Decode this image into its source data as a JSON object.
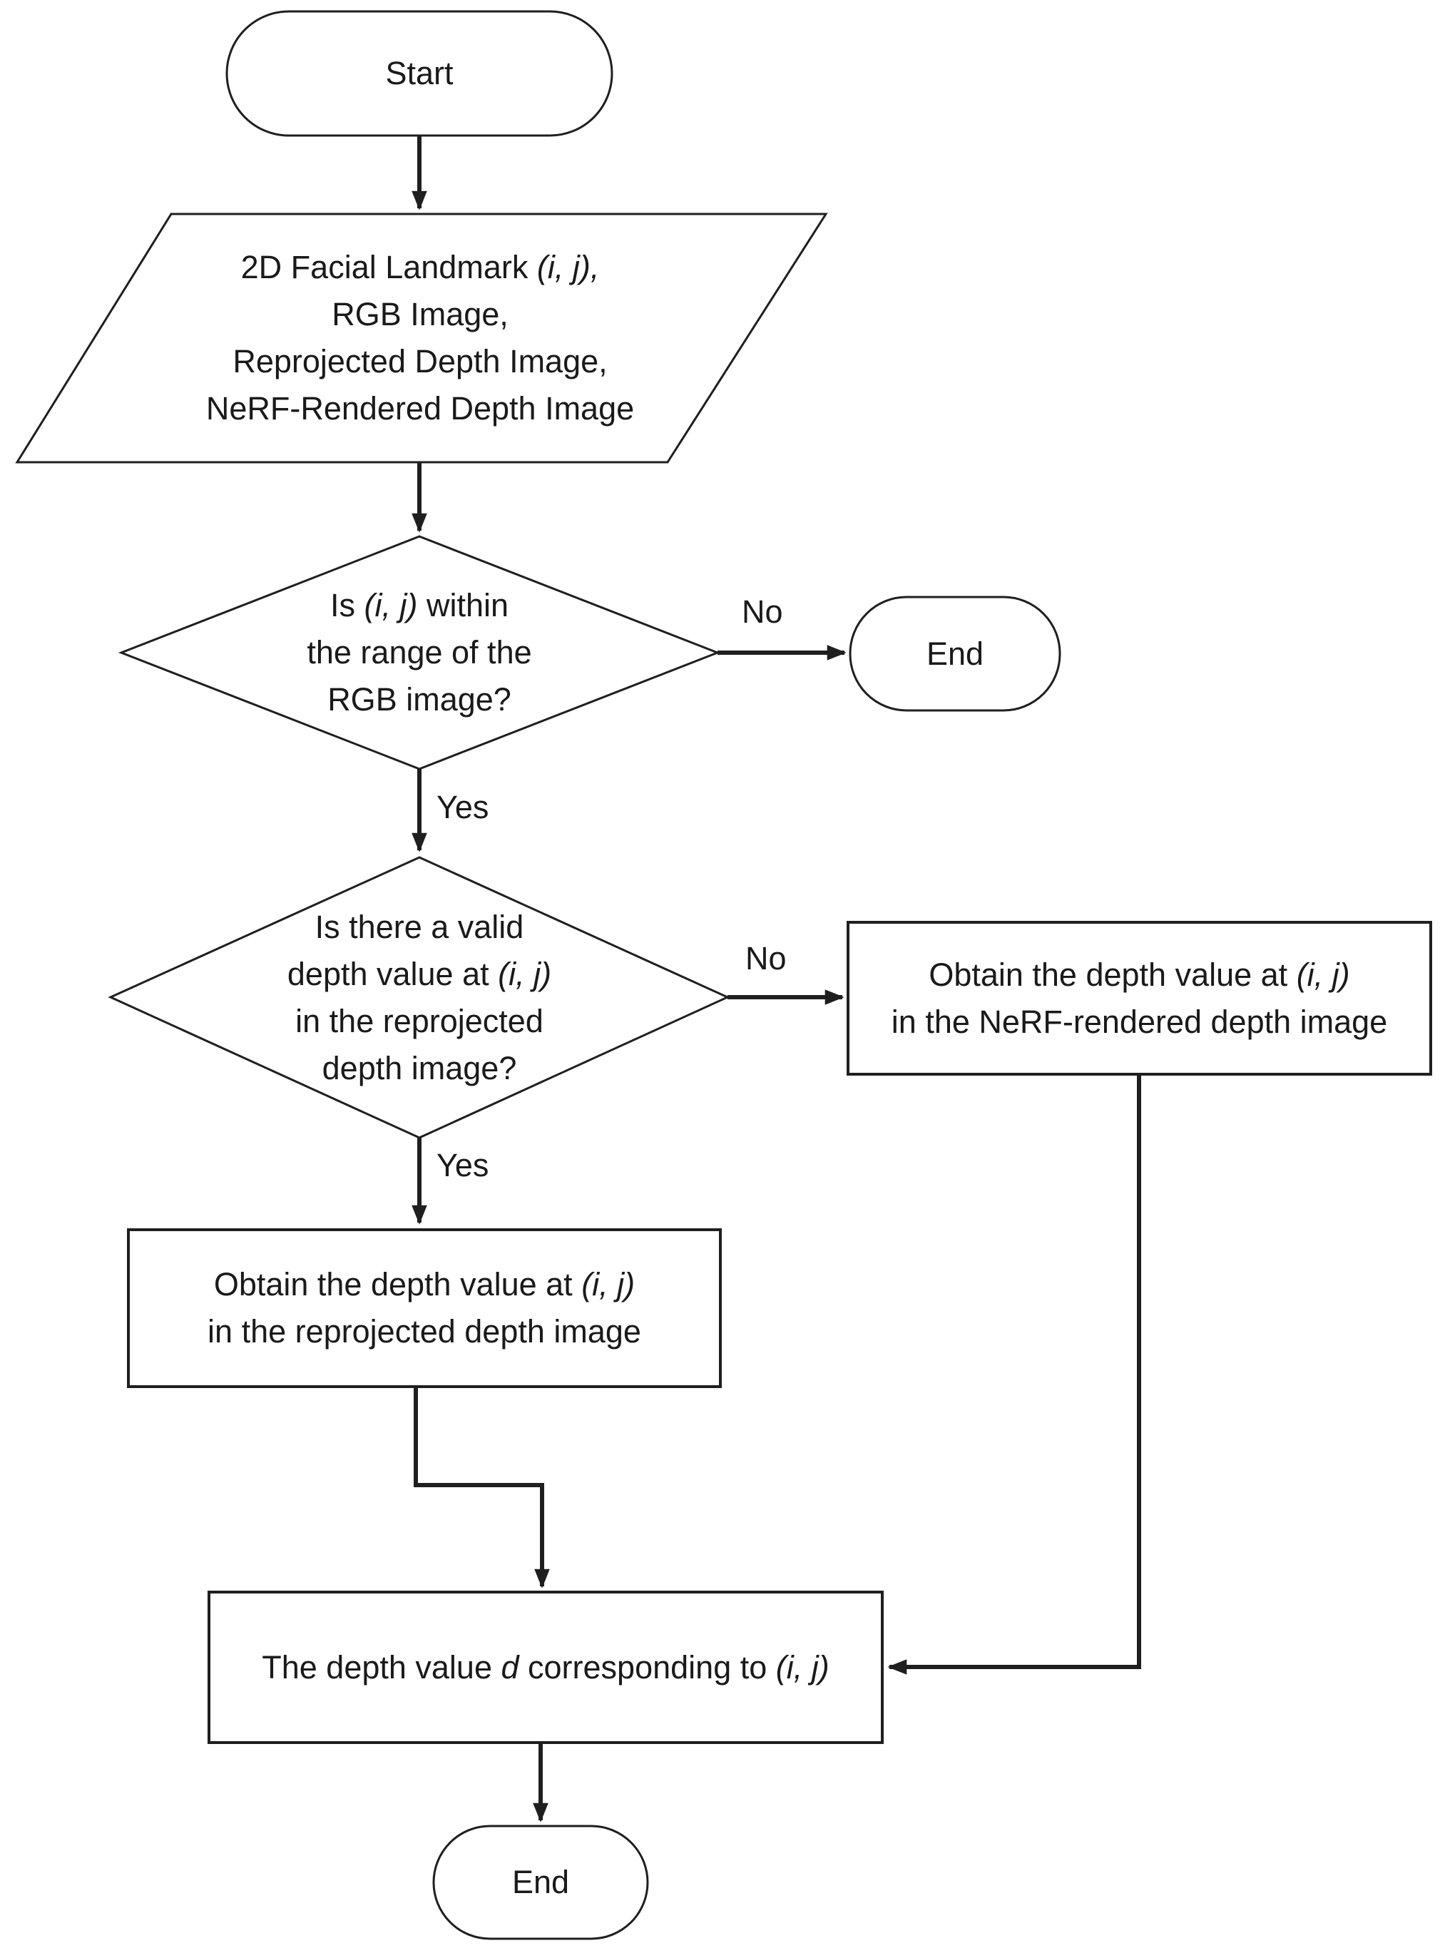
{
  "colors": {
    "stroke": "#1f1f1f",
    "text": "#1a1a1a",
    "background": "#ffffff"
  },
  "flowchart": {
    "start": {
      "label": "Start"
    },
    "input": {
      "line1_text": "2D Facial Landmark ",
      "line1_italic": "(i, j),",
      "line2_text": "RGB Image,",
      "line3_text": "Reprojected Depth Image,",
      "line4_text": "NeRF-Rendered Depth Image"
    },
    "decision1": {
      "line1_pre": "Is ",
      "line1_italic": "(i, j)",
      "line1_post": " within",
      "line2": "the range of the",
      "line3": "RGB image?",
      "no_label": "No",
      "yes_label": "Yes"
    },
    "end1": {
      "label": "End"
    },
    "decision2": {
      "line1": "Is there a valid",
      "line2_pre": "depth value at ",
      "line2_italic": "(i, j)",
      "line3": "in the reprojected",
      "line4": "depth image?",
      "no_label": "No",
      "yes_label": "Yes"
    },
    "process_nerf": {
      "line1_pre": "Obtain the depth value at ",
      "line1_italic": "(i, j)",
      "line2": "in the NeRF-rendered depth image"
    },
    "process_reprojected": {
      "line1_pre": "Obtain the depth value at ",
      "line1_italic": "(i, j)",
      "line2": "in the reprojected depth image"
    },
    "output": {
      "pre": "The depth value ",
      "italic_d": "d",
      "mid": " corresponding to ",
      "italic_ij": "(i, j)"
    },
    "end2": {
      "label": "End"
    }
  }
}
